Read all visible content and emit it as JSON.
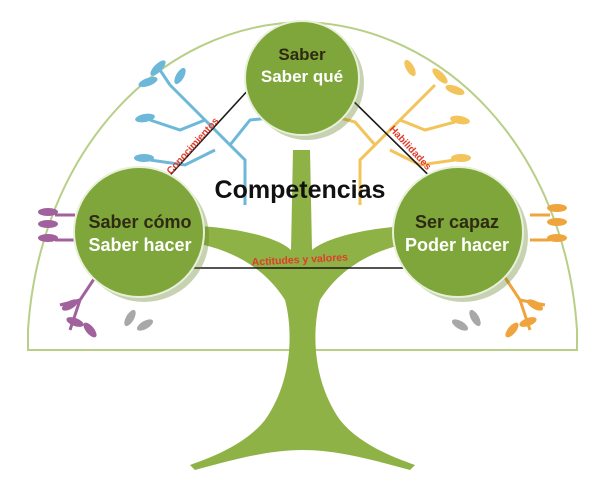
{
  "diagram": {
    "center_title": "Competencias",
    "nodes": {
      "top": {
        "line1": "Saber",
        "line2": "Saber qué"
      },
      "left": {
        "line1": "Saber cómo",
        "line2": "Saber hacer"
      },
      "right": {
        "line1": "Ser capaz",
        "line2": "Poder hacer"
      }
    },
    "links": {
      "top_left": "Conocimientos",
      "top_right": "Habilidades",
      "left_right": "Actitudes y valores"
    }
  },
  "colors": {
    "trunk": "#8fb246",
    "node_fill": "#7ea63a",
    "canopy_outline": "#b7cf86",
    "label_red": "#e03b2a",
    "branch_blue": "#6db8d9",
    "branch_yellow": "#f2c45a",
    "branch_purple": "#a0619d",
    "branch_orange": "#f0a43d"
  }
}
